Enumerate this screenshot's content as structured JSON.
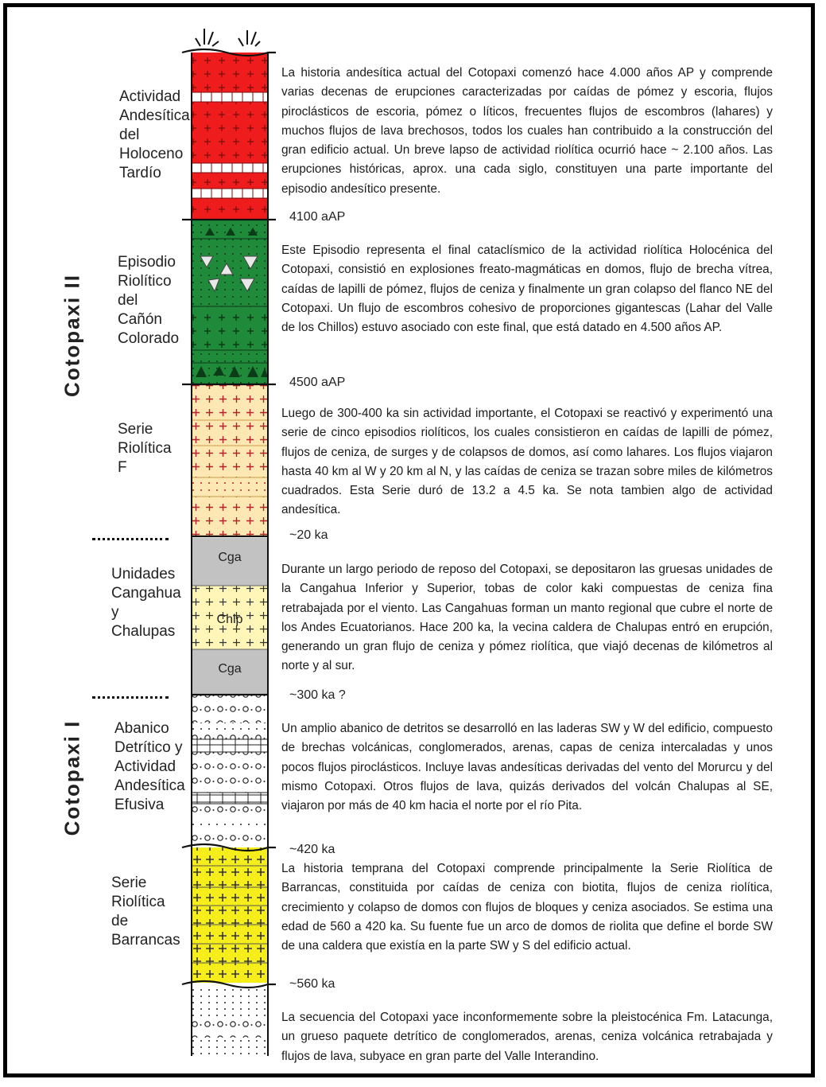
{
  "group_labels": {
    "upper": "Cotopaxi II",
    "lower": "Cotopaxi I"
  },
  "units": [
    {
      "label": "Actividad\nAndesítica\ndel\nHoloceno\nTardío",
      "description": "La historia andesítica actual del Cotopaxi comenzó hace 4.000 años AP y comprende varias decenas de erupciones caracterizadas por caídas de pómez y escoria, flujos piroclásticos de escoria,  pómez o líticos, frecuentes flujos de escombros (lahares) y  muchos flujos de lava brechosos, todos los cuales han contribuido a la construcción del gran edificio actual.  Un breve lapso de actividad riolítica ocurrió hace ~ 2.100 años.  Las erupciones históricas, aprox. una cada siglo, constituyen una parte importante del episodio andesítico presente.",
      "color": "#ee1c1c"
    },
    {
      "label": "Episodio\nRiolítico\ndel\nCañón\nColorado",
      "description": "Este Episodio representa el final cataclísmico de la actividad riolítica Holocénica del Cotopaxi, consistió en explosiones freato-magmáticas en domos, flujo de brecha vítrea,  caídas de lapilli de pómez, flujos de ceniza y finalmente un gran colapso del flanco NE del Cotopaxi.  Un flujo de escombros cohesivo de proporciones gigantescas (Lahar del Valle de los Chillos) estuvo asociado con este final, que está datado en 4.500 años AP.",
      "color": "#1f8a3a"
    },
    {
      "label": "Serie\nRiolítica\nF",
      "description": "Luego de 300-400 ka sin actividad importante,  el Cotopaxi se reactivó y experimentó una serie de cinco episodios riolíticos,  los cuales consistieron en caídas de lapilli de pómez, flujos de ceniza, de surges y de colapsos de domos, así como lahares.  Los flujos viajaron hasta 40 km al W y 20 km al N, y las caídas de ceniza se trazan sobre miles de kilómetros cuadrados. Esta Serie duró de 13.2 a 4.5 ka.  Se nota tambien algo de  actividad andesítica.",
      "color": "#fde7b3"
    },
    {
      "label": "Unidades\nCangahua\ny\nChalupas",
      "description": "Durante un largo periodo de reposo del Cotopaxi,  se depositaron las gruesas unidades de la Cangahua Inferior y Superior,  tobas de color kaki compuestas de ceniza fina retrabajada por el viento.  Las Cangahuas forman un manto regional que cubre el norte de los Andes Ecuatorianos. Hace 200 ka, la vecina caldera  de Chalupas entró en erupción, generando un gran flujo de ceniza y pómez riolítica, que viajó decenas de kilómetros al norte y al sur.",
      "color": "#c2c2c2"
    },
    {
      "label": "Abanico\nDetrítico y\nActividad\nAndesítica\nEfusiva",
      "description": "Un amplio abanico de detritos se desarrolló en las laderas SW y W del edificio, compuesto de brechas volcánicas,  conglomerados, arenas, capas de ceniza intercaladas y unos pocos flujos piroclásticos. Incluye lavas andesíticas derivadas del vento del Morurcu y del mismo Cotopaxi. Otros flujos de lava, quizás derivados del volcán Chalupas al SE, viajaron por más de 40 km hacia el norte por el río Pita.",
      "color": "#ffffff"
    },
    {
      "label": "Serie\nRiolítica\nde\nBarrancas",
      "description": "La historia temprana del Cotopaxi comprende principalmente la Serie Riolítica de Barrancas,  constituida por caídas de ceniza con biotita, flujos de ceniza riolítica, crecimiento y colapso de domos con flujos de bloques y ceniza asociados.  Se estima una edad de 560 a 420 ka.  Su fuente fue un arco de domos de riolita que define el borde SW de una caldera que existía en la parte SW y S del edificio actual.",
      "color": "#f6ee1a"
    },
    {
      "label": "",
      "description": "La secuencia del Cotopaxi yace inconformemente sobre la pleistocénica Fm. Latacunga, un grueso paquete detrítico de conglomerados, arenas, ceniza volcánica retrabajada y flujos de lava, subyace en gran parte del Valle Interandino.",
      "color": "#ffffff"
    }
  ],
  "ages": [
    "4100 aAP",
    "4500 aAP",
    "~20 ka",
    "~300 ka ?",
    "~420 ka",
    "~560 ka"
  ],
  "unit_codes": {
    "cga_upper": "Cga",
    "chlp": "Chlp",
    "cga_lower": "Cga"
  }
}
